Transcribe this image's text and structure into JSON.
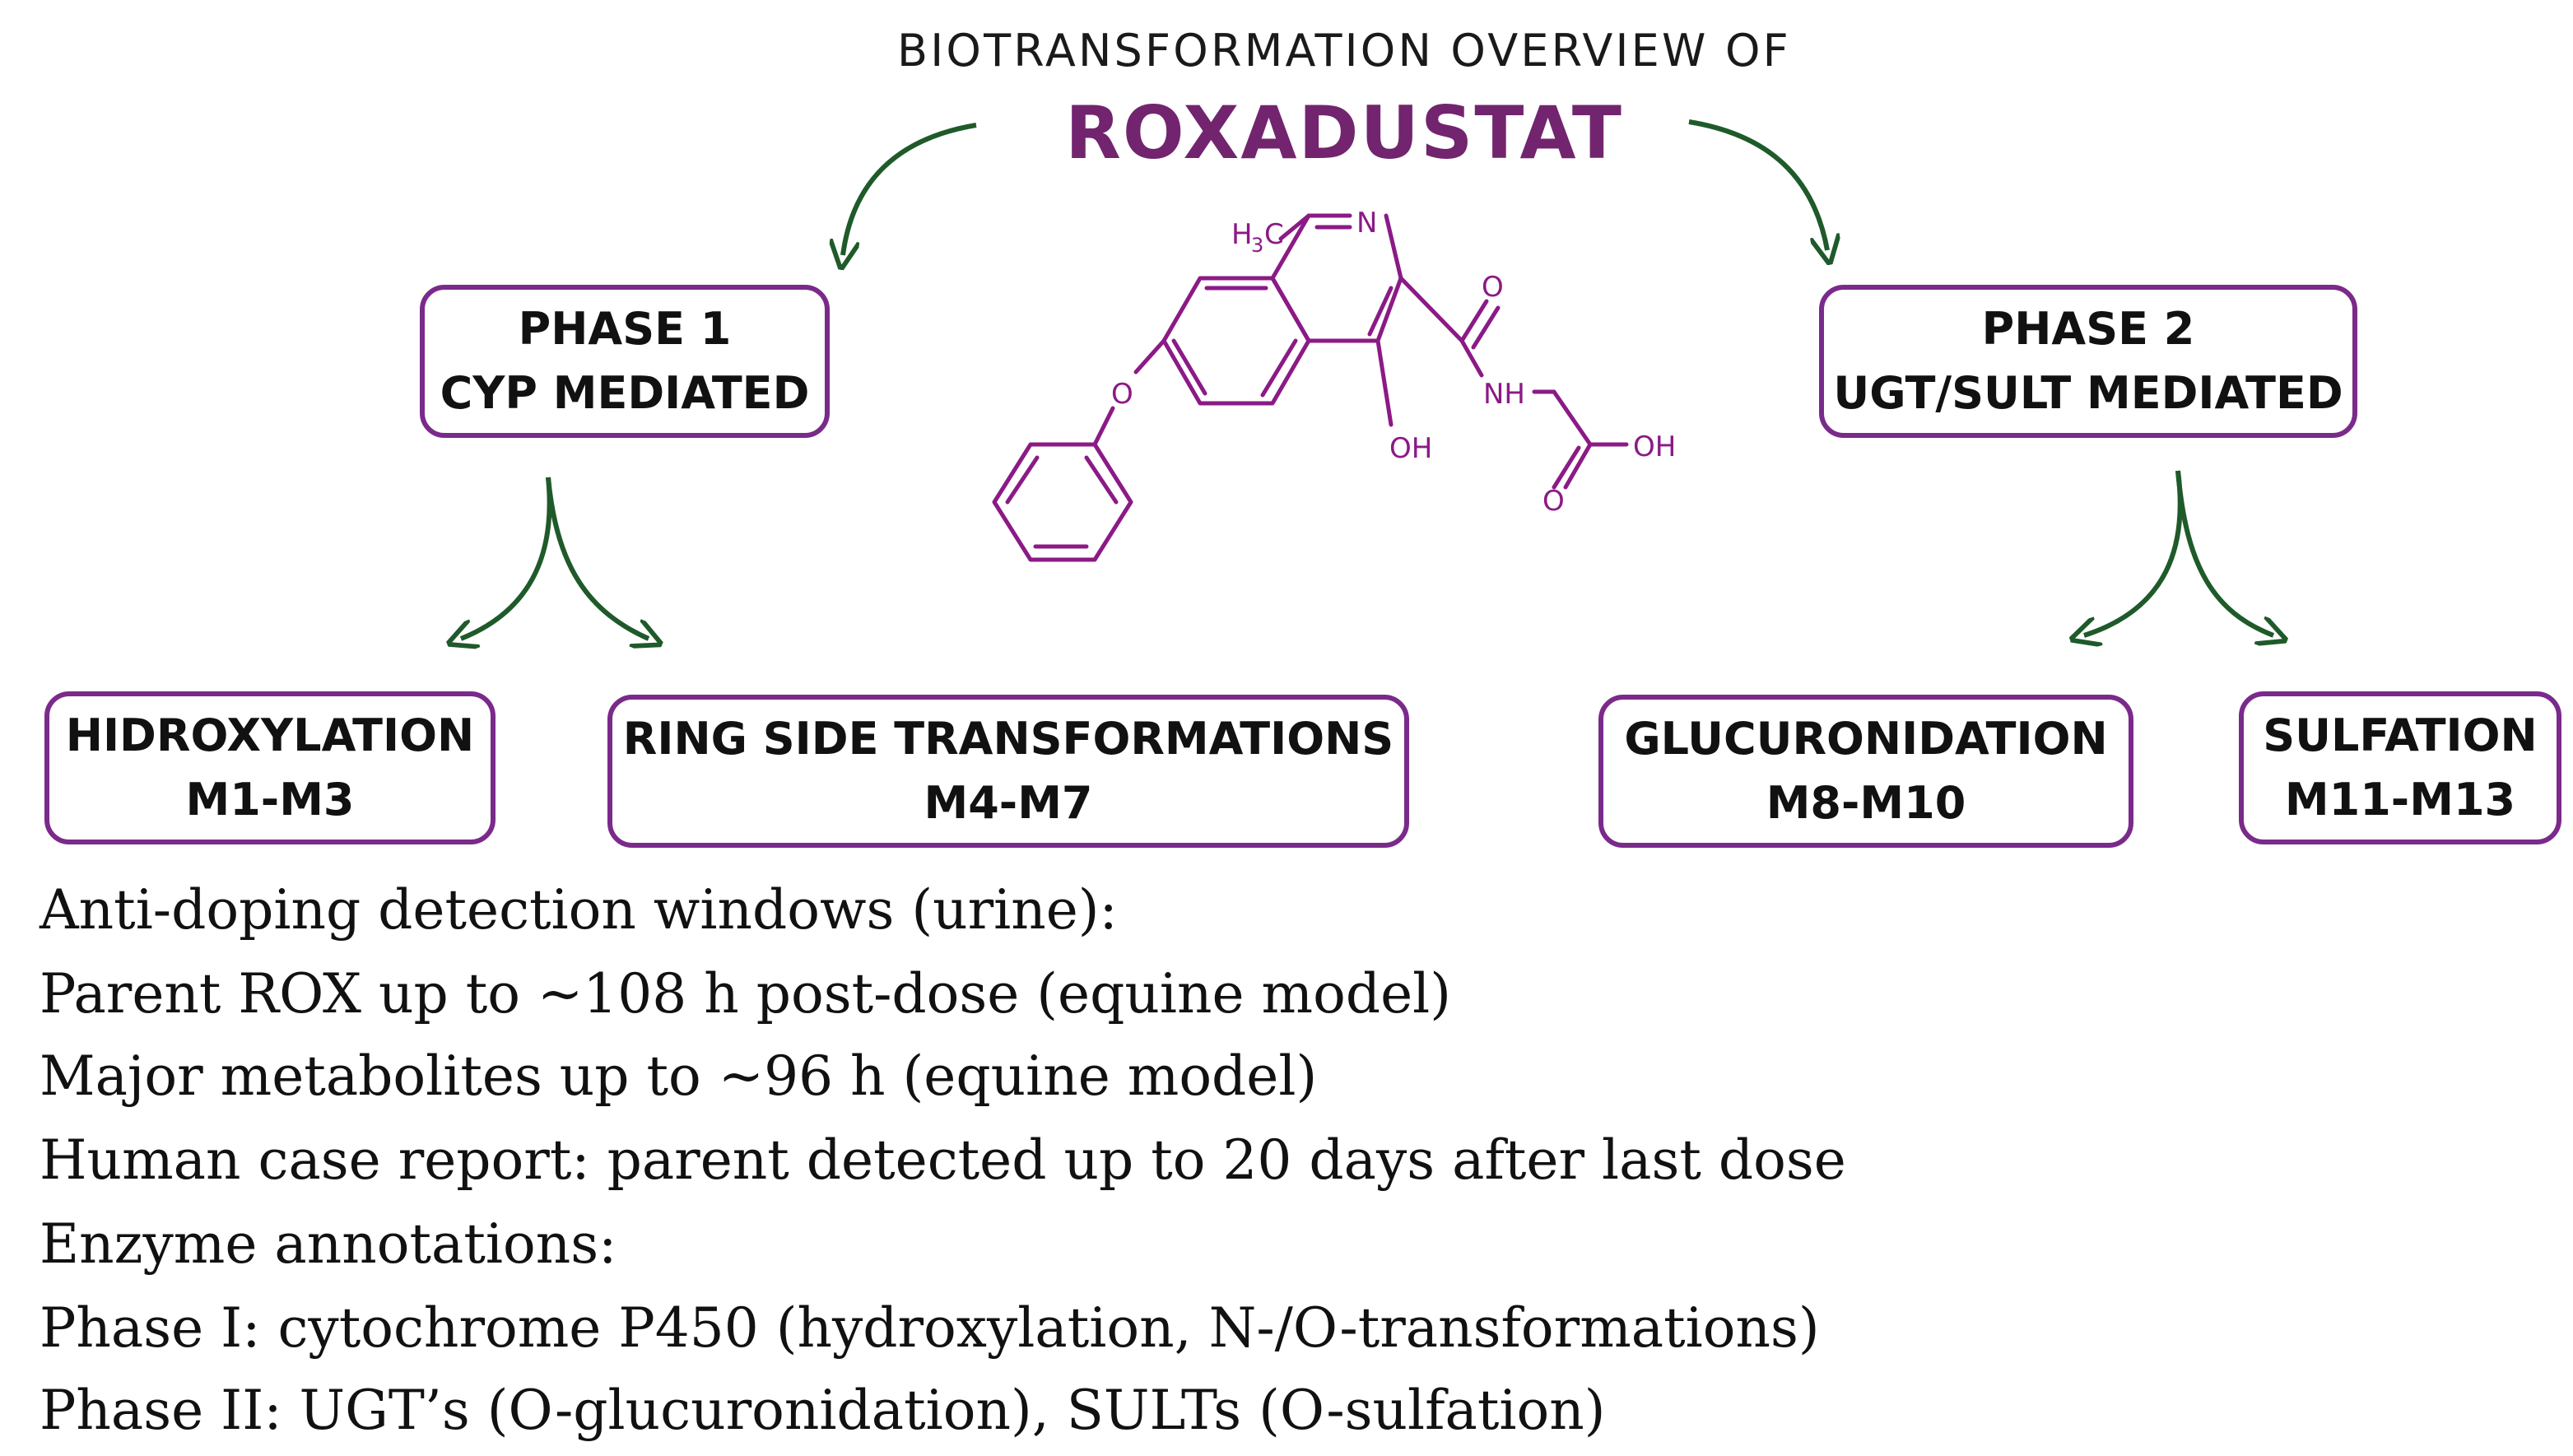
{
  "header": {
    "subtitle": "BIOTRANSFORMATION OVERVIEW OF",
    "title": "ROXADUSTAT"
  },
  "phases": {
    "phase1": {
      "line1": "PHASE 1",
      "line2": "CYP MEDIATED"
    },
    "phase2": {
      "line1": "PHASE 2",
      "line2": "UGT/SULT MEDIATED"
    }
  },
  "pathways": [
    {
      "name": "HIDROXYLATION",
      "range": "M1-M3"
    },
    {
      "name": "RING SIDE TRANSFORMATIONS",
      "range": "M4-M7"
    },
    {
      "name": "GLUCURONIDATION",
      "range": "M8-M10"
    },
    {
      "name": "SULFATION",
      "range": "M11-M13"
    }
  ],
  "structure_labels": {
    "h3c": "H",
    "h3c_sub": "3",
    "h3c_c": "C",
    "n": "N",
    "o_carbonyl": "O",
    "nh": "NH",
    "o_ether": "O",
    "oh_ring": "OH",
    "oh_acid": "OH",
    "o_acid": "O"
  },
  "notes": [
    "Anti-doping detection windows (urine):",
    "Parent ROX up to ~108 h post-dose (equine model)",
    "Major metabolites up to ~96 h (equine model)",
    "Human case report: parent detected up to 20 days after last dose",
    "Enzyme annotations:",
    "Phase I: cytochrome P450 (hydroxylation, N-/O-transformations)",
    "Phase II: UGT’s (O-glucuronidation), SULTs (O-sulfation)"
  ],
  "colors": {
    "title": "#72246f",
    "box_border": "#7a2a8a",
    "arrow": "#1f5a2a",
    "molecule": "#8b1a86"
  }
}
